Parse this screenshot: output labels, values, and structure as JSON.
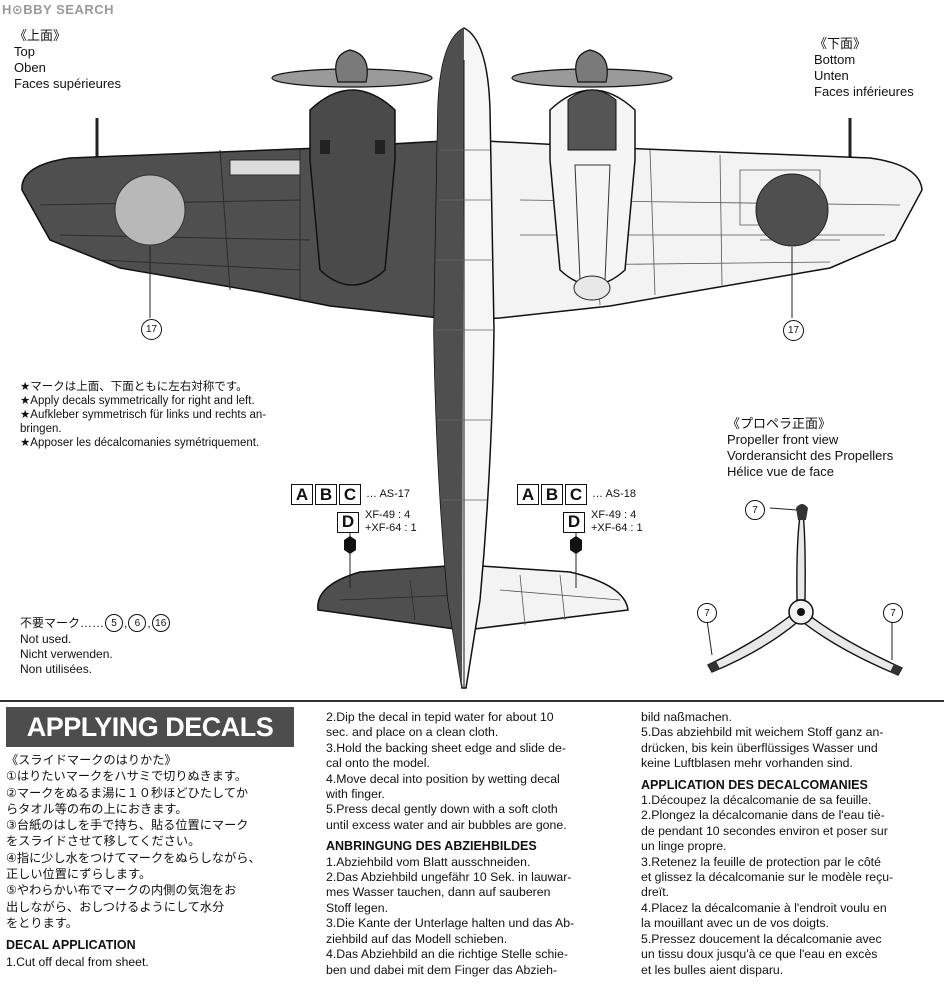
{
  "watermark": "H⊙BBY SEARCH",
  "top_view": {
    "title_jp": "《上面》",
    "title_en": "Top",
    "title_de": "Oben",
    "title_fr": "Faces supérieures"
  },
  "bottom_view": {
    "title_jp": "《下面》",
    "title_en": "Bottom",
    "title_de": "Unten",
    "title_fr": "Faces inférieures"
  },
  "decal_number_17": "17",
  "symmetry_note": [
    "★マークは上面、下面ともに左右対称です。",
    "★Apply decals symmetrically for right and left.",
    "★Aufkleber symmetrisch für links und rechts an-",
    "bringen.",
    "★Apposer les décalcomanies symétriquement."
  ],
  "propeller_view": {
    "title_jp": "《プロペラ正面》",
    "en": "Propeller front view",
    "de": "Vorderansicht des Propellers",
    "fr": "Hélice vue de face",
    "decal_number": "7"
  },
  "paint_left": {
    "boxes": [
      "A",
      "B",
      "C"
    ],
    "code": "… AS-17",
    "d_box": "D",
    "mix1": "XF-49 : 4",
    "mix2": "+XF-64 : 1"
  },
  "paint_right": {
    "boxes": [
      "A",
      "B",
      "C"
    ],
    "code": "… AS-18",
    "d_box": "D",
    "mix1": "XF-49 : 4",
    "mix2": "+XF-64 : 1"
  },
  "not_used": {
    "jp": "不要マーク……",
    "numbers": [
      "5",
      "6",
      "16"
    ],
    "en": "Not used.",
    "de": "Nicht verwenden.",
    "fr": "Non utilisées."
  },
  "banner": "APPLYING DECALS",
  "col1": {
    "jp_title": "《スライドマークのはりかた》",
    "jp_lines": [
      "①はりたいマークをハサミで切りぬきます。",
      "②マークをぬるま湯に１０秒ほどひたしてか",
      "らタオル等の布の上におきます。",
      "③台紙のはしを手で持ち、貼る位置にマーク",
      "をスライドさせて移してください。",
      "④指に少し水をつけてマークをぬらしながら、",
      "正しい位置にずらします。",
      "⑤やわらかい布でマークの内側の気泡をお",
      "出しながら、おしつけるようにして水分",
      "をとります。"
    ],
    "en_title": "DECAL APPLICATION",
    "en_line1": "1.Cut off decal from sheet."
  },
  "col2": {
    "en_lines": [
      "2.Dip the decal in tepid water for about 10",
      "sec. and place on a clean cloth.",
      "3.Hold the backing sheet edge and slide de-",
      "cal onto the model.",
      "4.Move decal into position by wetting decal",
      "with finger.",
      "5.Press decal gently down with a soft cloth",
      "until excess water and air bubbles are gone."
    ],
    "de_title": "ANBRINGUNG DES ABZIEHBILDES",
    "de_lines": [
      "1.Abziehbild vom Blatt ausschneiden.",
      "2.Das Abziehbild ungefähr 10 Sek. in lauwar-",
      "mes Wasser tauchen, dann auf sauberen",
      "Stoff legen.",
      "3.Die Kante der Unterlage halten und das Ab-",
      "ziehbild auf das Modell schieben.",
      "4.Das Abziehbild an die richtige Stelle schie-",
      "ben und dabei mit dem Finger das Abzieh-"
    ]
  },
  "col3": {
    "de_lines": [
      "bild naßmachen.",
      "5.Das abziehbild mit weichem Stoff ganz an-",
      "drücken, bis kein überflüssiges Wasser und",
      "keine Luftblasen mehr vorhanden sind."
    ],
    "fr_title": "APPLICATION DES DECALCOMANIES",
    "fr_lines": [
      "1.Découpez la décalcomanie de sa feuille.",
      "2.Plongez la décalcomanie dans de l'eau tiè-",
      "de pendant 10 secondes environ et poser sur",
      "un  linge propre.",
      "3.Retenez la feuille de protection par le côté",
      "et glissez la décalcomanie sur le modèle reçu-",
      "dreït.",
      "4.Placez la décalcomanie à l'endroit voulu en",
      "la mouillant avec un de vos doigts.",
      "5.Pressez doucement la décalcomanie avec",
      "un tissu doux jusqu'à ce que l'eau en excès",
      "et les bulles aient disparu."
    ]
  }
}
